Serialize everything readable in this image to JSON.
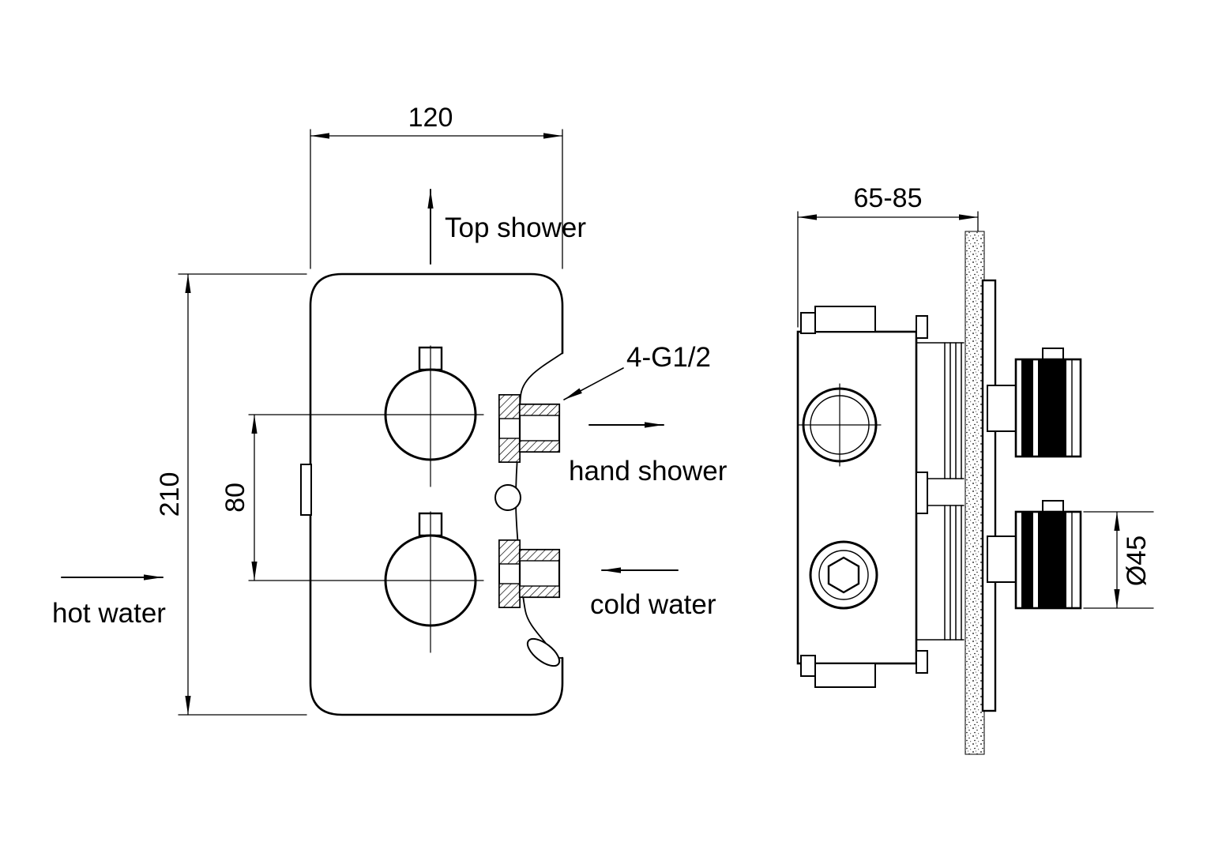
{
  "colors": {
    "line": "#000000",
    "background": "#ffffff"
  },
  "front_view": {
    "dim_width": "120",
    "dim_height": "210",
    "dim_handle_spacing": "80",
    "label_top_shower": "Top shower",
    "label_hand_shower": "hand shower",
    "label_cold_water": "cold water",
    "label_hot_water": "hot water",
    "label_connections": "4-G1/2"
  },
  "side_view": {
    "dim_depth": "65-85",
    "dim_handle_diameter": "Ø45"
  }
}
